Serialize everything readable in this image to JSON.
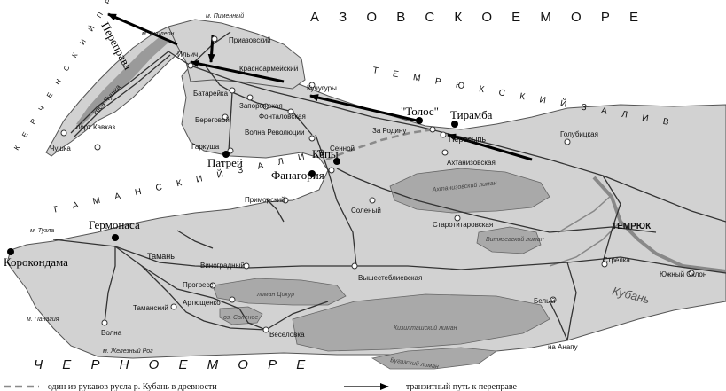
{
  "seas": {
    "azov": "А З О В С К О Е   М О Р Е",
    "black": "Ч Е Р Н О Е   М О Р Е",
    "temryuk_gulf": "Т Е М Р Ю К С К И Й   З А Л И В",
    "taman_gulf": "Т А М А Н С К И Й   З А Л И В",
    "kerch_strait": "К Е Р Ч Е Н С К И Й   П Р О Л И В"
  },
  "ancient_sites": {
    "tolos": "\"Толос\"",
    "tiramba": "Тирамба",
    "kepy": "Кепы",
    "fanagoria": "Фанагория",
    "patrey": "Патрей",
    "germonasa": "Гермонаса",
    "korokondama": "Корокондама",
    "pereprava": "Переправа"
  },
  "capes": {
    "akhileon": "м. Ахилеон",
    "pimenny": "м. Пименный",
    "tuzla": "м. Тузла",
    "panagia": "м. Панагия",
    "zhelezny_rog": "м. Железный Рог"
  },
  "settlements": {
    "ilich": "Ильич",
    "prizovsky": "Приазовский",
    "krasnoarmeysky": "Красноармейский",
    "batareyka": "Батарейка",
    "kuchuguri": "Кучугуры",
    "zaporozhskaya": "Запорожская",
    "fontalovskaya": "Фонталовская",
    "beregovoy": "Береговой",
    "volna_revolutsii": "Волна Революции",
    "garkusha": "Гаркуша",
    "za_rodinu": "За Родину",
    "peresyp": "Пересыпь",
    "golubitskaya": "Голубицкая",
    "akhtanizovskaya": "Ахтанизовская",
    "senoy": "Сенной",
    "primorsky": "Приморский",
    "soleny": "Соленый",
    "starotitarovskaya": "Старотитаровская",
    "temryuk": "ТЕМРЮК",
    "taman": "Тамань",
    "vinogradny": "Виноградный",
    "vyshesteblievskaya": "Вышестеблиевская",
    "strelka": "Стрелка",
    "yuzhny_sklon": "Южный Склон",
    "progress": "Прогресс",
    "artyushchenko": "Артющенко",
    "tamansky": "Таманский",
    "veselovka": "Веселовка",
    "volna": "Волна",
    "bely": "Белый",
    "chushka": "Чушка",
    "port_kavkaz": "порт Кавказ",
    "kosa_chushka": "коса Чушка",
    "na_anapu": "на Анапу"
  },
  "lakes": {
    "akhtanizovsky": "Ахтанизовский лиман",
    "tsokur": "лиман Цокур",
    "solenoe": "оз. Соленое",
    "kiziltashsky": "Кизилташский лиман",
    "bugazsky": "Бугазский лиман",
    "vityazevsky": "Витязевский лиман"
  },
  "river": {
    "kuban": "Кубань"
  },
  "legend": {
    "dashed_text": "- один из рукавов русла р. Кубань в древности",
    "arrow_text": "- транзитный путь к переправе"
  },
  "colors": {
    "land": "#d2d2d2",
    "water": "#ffffff",
    "lake": "#a9a9a9",
    "road": "#333333",
    "dashed_channel": "#8a8a8a",
    "arrow": "#000000"
  }
}
